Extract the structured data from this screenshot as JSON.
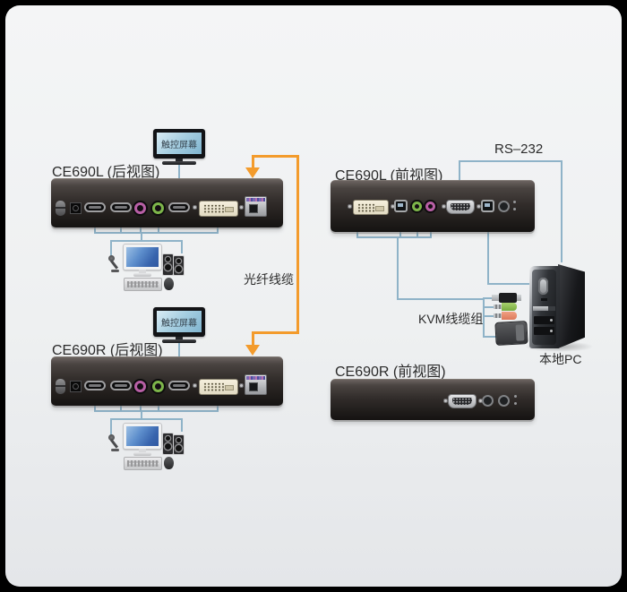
{
  "labels": {
    "device1": "CE690L (后视图)",
    "device2": "CE690R (后视图)",
    "device3": "CE690L (前视图)",
    "device4": "CE690R (前视图)",
    "touchscreen1": "触控屏幕",
    "touchscreen2": "触控屏幕",
    "fiber_cable": "光纤线缆",
    "rs232": "RS–232",
    "kvm_cable_set": "KVM线缆组",
    "local_pc": "本地PC"
  },
  "colors": {
    "cable_orange": "#F39B2C",
    "cable_blue": "#8FB3C8",
    "panel_dark": "#26221F",
    "audio_green": "#7DB54A",
    "audio_pink": "#B85FA5",
    "screen_blue": "#4C7FC4",
    "surface_background": "#EDEFF1",
    "border_black": "#000000"
  }
}
